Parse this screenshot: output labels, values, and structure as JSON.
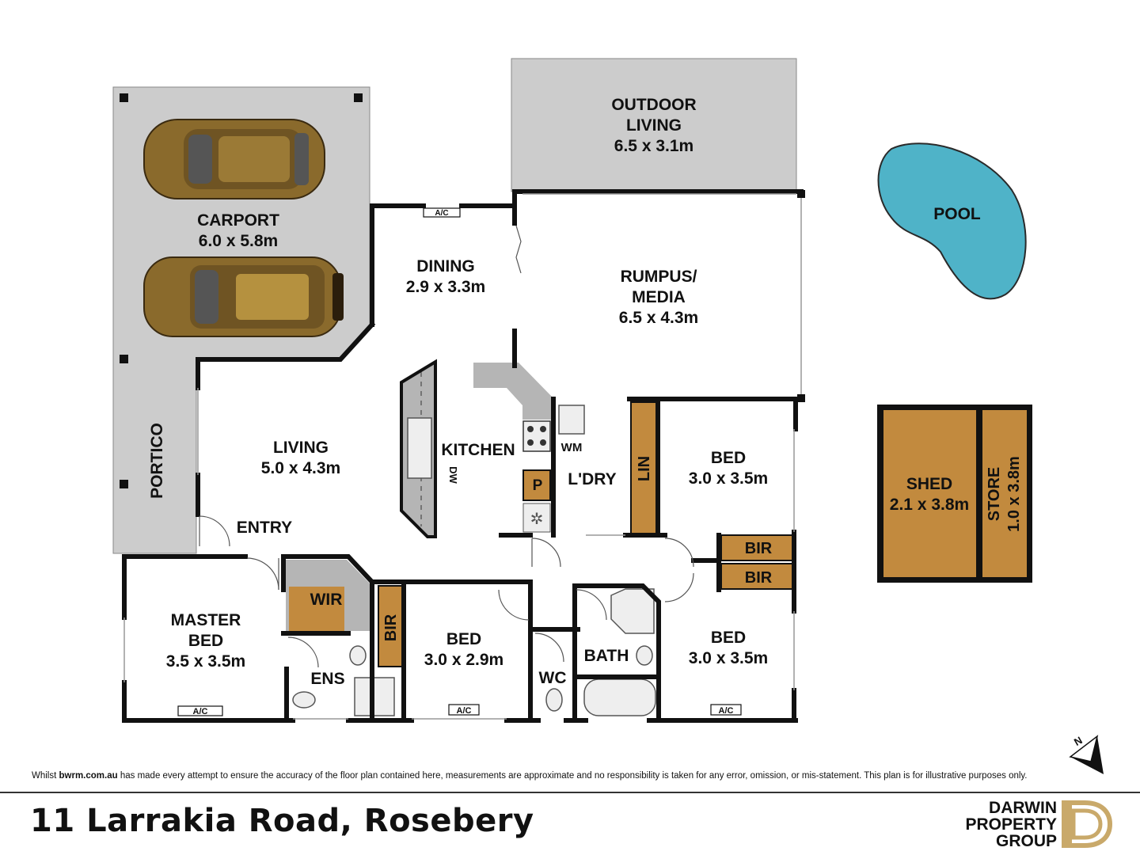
{
  "rooms": {
    "outdoor": {
      "line1": "OUTDOOR",
      "line2": "LIVING",
      "size": "6.5 x 3.1m"
    },
    "pool": {
      "name": "POOL"
    },
    "carport": {
      "name": "CARPORT",
      "size": "6.0 x 5.8m"
    },
    "dining": {
      "name": "DINING",
      "size": "2.9 x 3.3m"
    },
    "rumpus": {
      "line1": "RUMPUS/",
      "line2": "MEDIA",
      "size": "6.5 x 4.3m"
    },
    "portico": {
      "name": "PORTICO"
    },
    "living": {
      "name": "LIVING",
      "size": "5.0 x 4.3m"
    },
    "kitchen": {
      "name": "KITCHEN"
    },
    "laundry": {
      "name": "L'DRY"
    },
    "linen": {
      "name": "LIN"
    },
    "bed_east_top": {
      "name": "BED",
      "size": "3.0 x 3.5m"
    },
    "shed": {
      "name": "SHED",
      "size": "2.1 x 3.8m"
    },
    "store": {
      "name": "STORE",
      "size": "1.0 x 3.8m"
    },
    "entry": {
      "name": "ENTRY"
    },
    "master": {
      "line1": "MASTER",
      "line2": "BED",
      "size": "3.5 x 3.5m"
    },
    "wir": {
      "name": "WIR"
    },
    "bir_center": {
      "name": "BIR"
    },
    "bed_middle": {
      "name": "BED",
      "size": "3.0 x 2.9m"
    },
    "bir_top": {
      "name": "BIR"
    },
    "bir_bottom": {
      "name": "BIR"
    },
    "bed_east_bottom": {
      "name": "BED",
      "size": "3.0 x 3.5m"
    },
    "ensuite": {
      "name": "ENS"
    },
    "wc": {
      "name": "WC"
    },
    "bath": {
      "name": "BATH"
    }
  },
  "fixtures": {
    "ac": "A/C",
    "dishwasher": "DW",
    "washing_machine": "WM",
    "pantry": "P"
  },
  "compass": {
    "label": "N"
  },
  "disclaimer": {
    "prefix": "Whilst ",
    "site": "bwrm.com.au",
    "rest": " has made every attempt to ensure the accuracy of the floor plan contained here, measurements are approximate and no responsibility is taken for any error, omission, or mis-statement. This plan is for illustrative purposes only."
  },
  "address": "11 Larrakia Road, Rosebery",
  "brand": {
    "line1": "DARWIN",
    "line2": "PROPERTY",
    "line3": "GROUP"
  },
  "colors": {
    "wall": "#111111",
    "outdoor_fill": "#cccccc",
    "storage_fill": "#c28a3e",
    "pool_fill": "#4fb3c8",
    "brand_gold": "#c9a96a"
  }
}
